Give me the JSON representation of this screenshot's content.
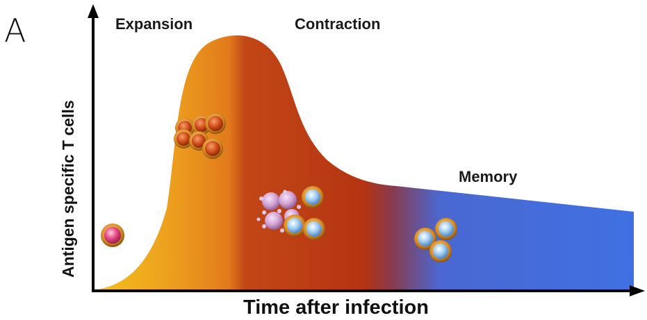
{
  "panel_label": "A",
  "phases": {
    "expansion": "Expansion",
    "contraction": "Contraction",
    "memory": "Memory"
  },
  "axes": {
    "x_label": "Time after infection",
    "y_label": "Antigen specific T cells"
  },
  "colors": {
    "curve_start": "#f2b21a",
    "curve_orange": "#e87a1c",
    "curve_dark": "#b83a14",
    "curve_memory": "#3d6fe0",
    "naive_cell": "#e0407a",
    "effector_cell": "#d4561e",
    "dying_cell": "#d9a8d9",
    "memory_cell": "#8fc3ef",
    "cell_ring": "#d88a22"
  },
  "icons": {
    "naive": "naive-t-cell-icon",
    "effector_cluster": "effector-t-cell-cluster-icon",
    "contraction_cluster": "apoptotic-and-memory-cell-cluster-icon",
    "memory_cluster": "memory-t-cell-cluster-icon"
  }
}
